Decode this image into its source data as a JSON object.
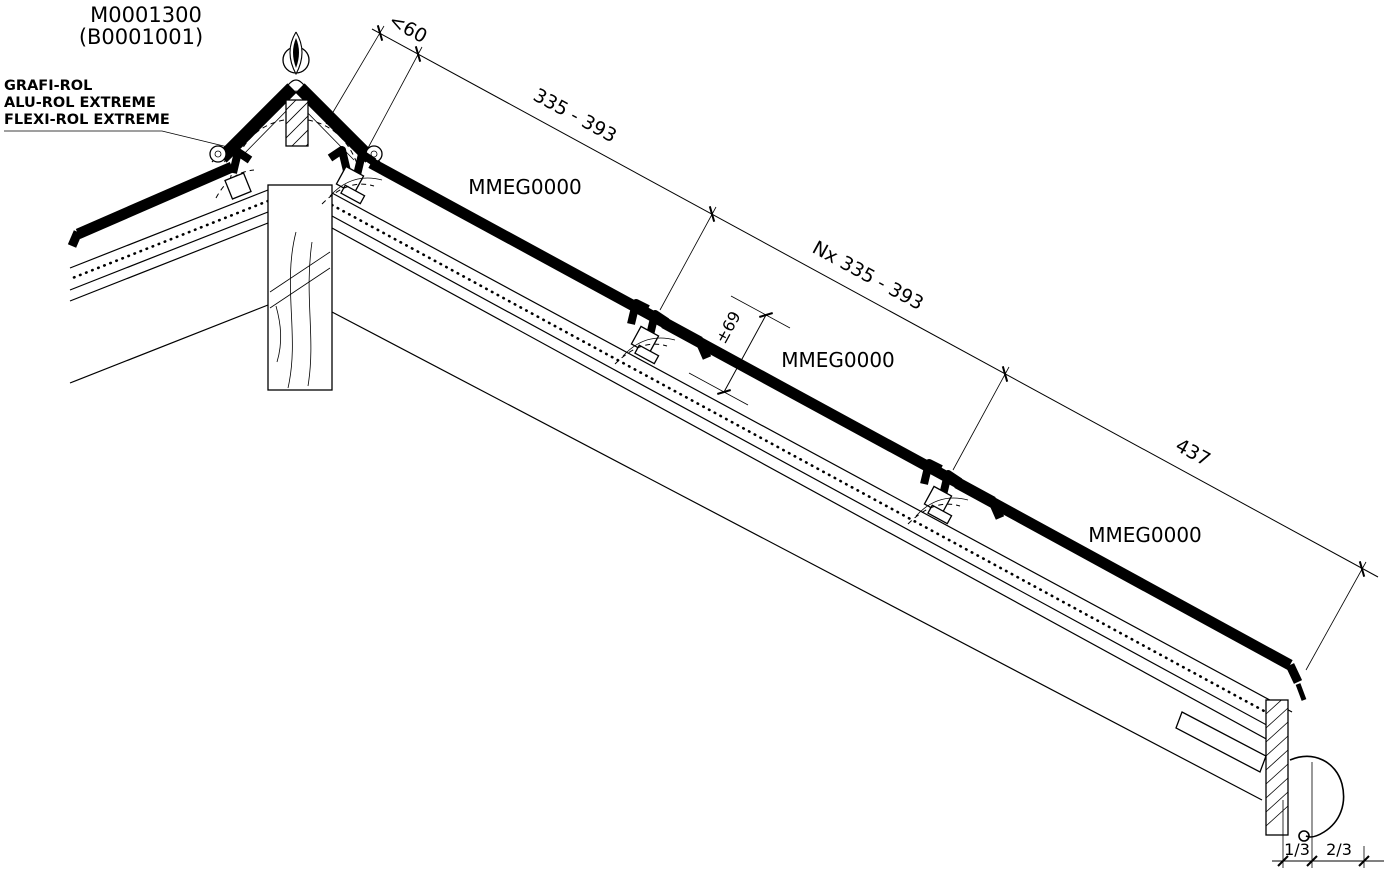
{
  "drawing": {
    "number": "M0001300",
    "alt_number": "(B0001001)",
    "ridge_roll_products": [
      "GRAFI-ROL",
      "ALU-ROL EXTREME",
      "FLEXI-ROL EXTREME"
    ],
    "tile_labels": {
      "tile1": "MMEG0000",
      "tile2": "MMEG0000",
      "tile3": "MMEG0000"
    },
    "dimensions": {
      "ridge_to_first_batten": "<60",
      "batten_gauge": "335 - 393",
      "batten_gauge_repeat": "Nx 335 - 393",
      "eaves_course": "437",
      "headlap": "±69",
      "gutter_overhang_1": "1/3",
      "gutter_overhang_2": "2/3"
    },
    "colors": {
      "ink": "#000000",
      "paper": "#ffffff"
    }
  }
}
